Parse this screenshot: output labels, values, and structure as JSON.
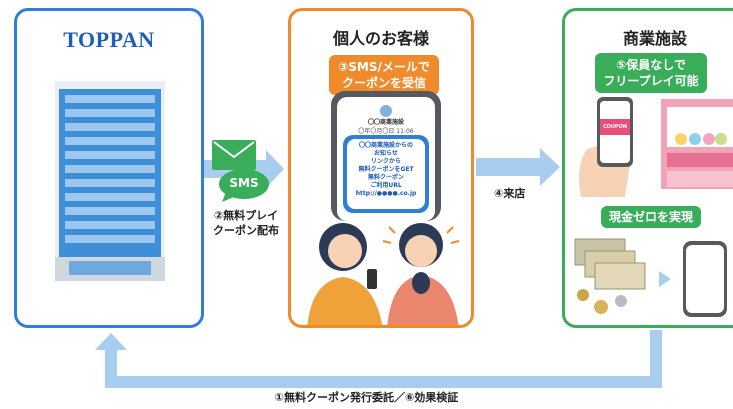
{
  "left_panel": {
    "logo": "TOPPAN"
  },
  "middle_panel": {
    "title": "個人のお客様",
    "step_badge": "③SMS/メールで\nクーポンを受信",
    "phone": {
      "sender": "〇〇商業施設",
      "date": "〇年〇月〇日 11:06",
      "message": [
        "〇〇商業施設からの",
        "お知らせ",
        "リンクから",
        "無料クーポンをGET",
        "無料クーポン",
        "ご利用URL",
        "http://●●●●.co.jp"
      ]
    }
  },
  "right_panel": {
    "title": "商業施設",
    "step_badge": "⑤保員なしで\nフリープレイ可能",
    "coupon_label": "COUPON",
    "cashless_badge": "現金ゼロを実現"
  },
  "flows": {
    "sms_icon_label": "SMS",
    "sms_step_label": "②無料プレイ\nクーポン配布",
    "visit_label": "④来店",
    "bottom_label": "①無料クーポン発行委託／⑥効果検証"
  },
  "colors": {
    "blue": "#2f7fd4",
    "orange": "#f08a2a",
    "green": "#39ad5a",
    "arrow": "#a9cdef"
  }
}
